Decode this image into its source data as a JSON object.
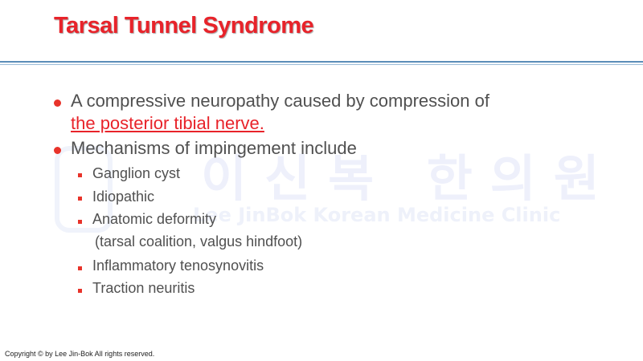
{
  "slide": {
    "title": "Tarsal Tunnel Syndrome",
    "bullets": [
      {
        "text": "A compressive neuropathy caused by compression of",
        "link_text": "the posterior tibial nerve."
      },
      {
        "text": "Mechanisms of impingement include",
        "sub_items": [
          "Ganglion cyst",
          "Idiopathic",
          "Anatomic deformity",
          "(tarsal coalition, valgus hindfoot)",
          "Inflammatory tenosynovitis",
          "Traction neuritis"
        ]
      }
    ],
    "watermark": {
      "korean": "이신복 한의원",
      "english": "Lee JinBok Korean Medicine Clinic"
    },
    "footer": "Copyright © by Lee Jin-Bok  All rights reserved."
  },
  "colors": {
    "accent_red": "#e8232a",
    "body_text": "#505050",
    "rule_blue": "#5b8db8"
  }
}
